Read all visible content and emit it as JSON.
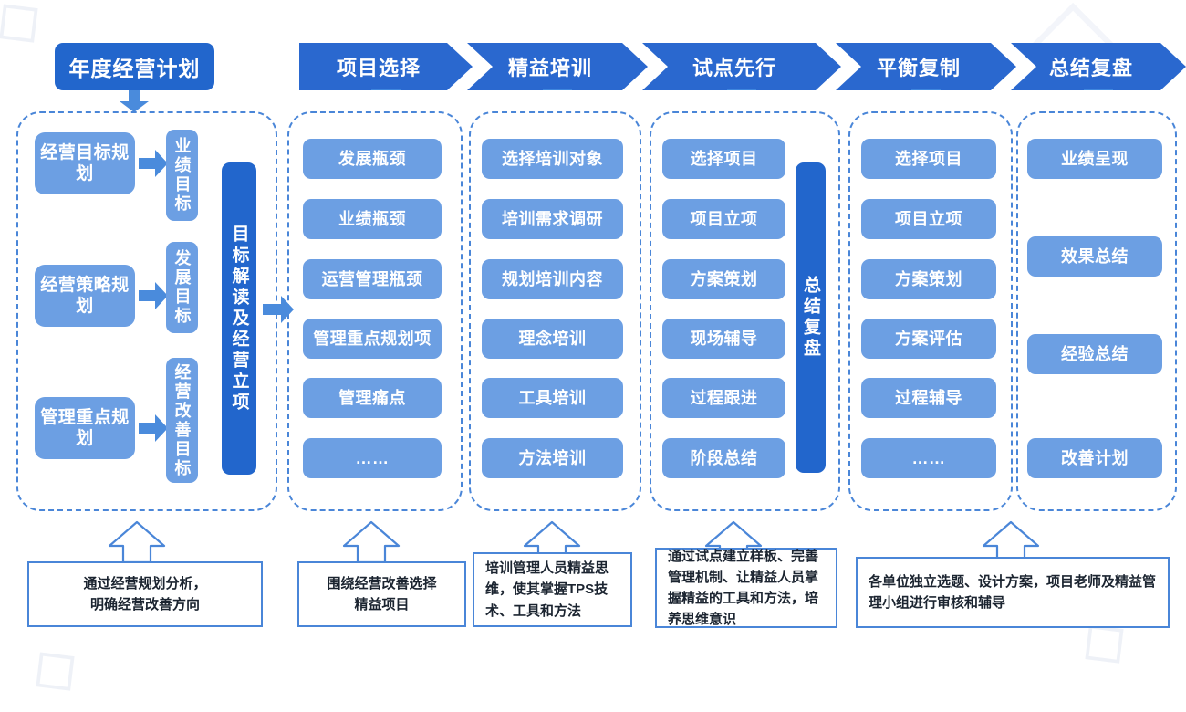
{
  "title": {
    "label": "年度经营计划"
  },
  "phases": [
    {
      "label": "项目选择"
    },
    {
      "label": "精益培训"
    },
    {
      "label": "试点先行"
    },
    {
      "label": "平衡复制"
    },
    {
      "label": "总结复盘"
    }
  ],
  "column1": {
    "left_boxes": [
      {
        "label": "经营目标规划"
      },
      {
        "label": "经营策略规划"
      },
      {
        "label": "管理重点规划"
      }
    ],
    "goal_boxes": [
      {
        "label": "业绩目标"
      },
      {
        "label": "发展目标"
      },
      {
        "label": "经营改善目标"
      }
    ],
    "vertical_bar": {
      "label": "目标解读及经营立项"
    }
  },
  "column2": {
    "items": [
      {
        "label": "发展瓶颈"
      },
      {
        "label": "业绩瓶颈"
      },
      {
        "label": "运营管理瓶颈"
      },
      {
        "label": "管理重点规划项"
      },
      {
        "label": "管理痛点"
      },
      {
        "label": "……"
      }
    ]
  },
  "column3": {
    "items": [
      {
        "label": "选择培训对象"
      },
      {
        "label": "培训需求调研"
      },
      {
        "label": "规划培训内容"
      },
      {
        "label": "理念培训"
      },
      {
        "label": "工具培训"
      },
      {
        "label": "方法培训"
      }
    ]
  },
  "column4": {
    "items": [
      {
        "label": "选择项目"
      },
      {
        "label": "项目立项"
      },
      {
        "label": "方案策划"
      },
      {
        "label": "现场辅导"
      },
      {
        "label": "过程跟进"
      },
      {
        "label": "阶段总结"
      }
    ],
    "vertical_bar": {
      "label": "总结复盘"
    }
  },
  "column5": {
    "items": [
      {
        "label": "选择项目"
      },
      {
        "label": "项目立项"
      },
      {
        "label": "方案策划"
      },
      {
        "label": "方案评估"
      },
      {
        "label": "过程辅导"
      },
      {
        "label": "……"
      }
    ]
  },
  "column6": {
    "items": [
      {
        "label": "业绩呈现"
      },
      {
        "label": "效果总结"
      },
      {
        "label": "经验总结"
      },
      {
        "label": "改善计划"
      }
    ]
  },
  "captions": [
    {
      "line1": "通过经营规划分析，",
      "line2": "明确经营改善方向"
    },
    {
      "line1": "围绕经营改善选择",
      "line2": "精益项目"
    },
    {
      "text": "培训管理人员精益思维，使其掌握TPS技术、工具和方法"
    },
    {
      "text": "通过试点建立样板、完善管理机制、让精益人员掌握精益的工具和方法，培养思维意识"
    },
    {
      "text": "各单位独立选题、设计方案，项目老师及精益管理小组进行审核和辅导"
    }
  ],
  "colors": {
    "dark_blue": "#2266cc",
    "chevron_blue": "#2a68cf",
    "light_blue": "#6c9fe3",
    "dashed_border": "#4a86d8",
    "caption_border": "#4a86d8",
    "text_white": "#ffffff",
    "text_dark": "#1b2430"
  }
}
